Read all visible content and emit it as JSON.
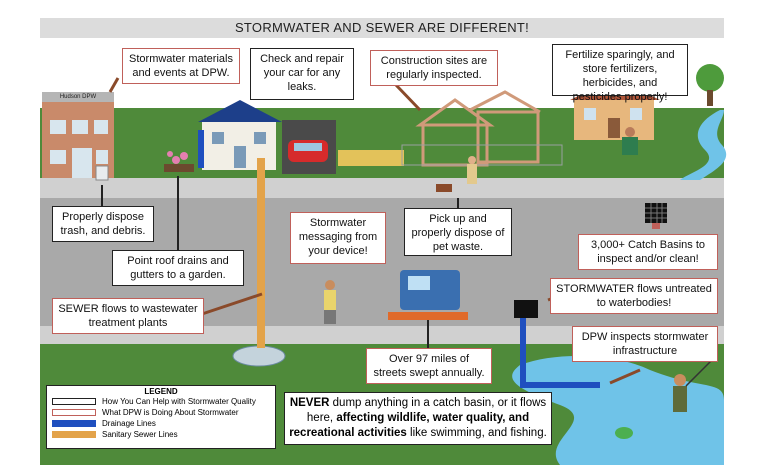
{
  "title": "STORMWATER AND SEWER ARE DIFFERENT!",
  "building_sign": "Hudson DPW",
  "callouts": {
    "dpw_materials": "Stormwater materials and events at DPW.",
    "car_repair": "Check and repair your car for any leaks.",
    "construction": "Construction sites are regularly inspected.",
    "fertilize": "Fertilize sparingly, and store fertilizers, herbicides, and pesticides properly!",
    "trash": "Properly dispose trash, and debris.",
    "roof_drains": "Point roof drains and gutters to a garden.",
    "messaging": "Stormwater messaging from your device!",
    "pet_waste": "Pick up and properly dispose of pet waste.",
    "catch_basins": "3,000+ Catch Basins to inspect and/or clean!",
    "sewer_flows": "SEWER flows to wastewater treatment plants",
    "stormwater_flows": "STORMWATER flows untreated to waterbodies!",
    "streets_swept": "Over 97 miles of streets swept annually.",
    "dpw_inspects": "DPW inspects stormwater infrastructure"
  },
  "never_message": {
    "lead": "NEVER",
    "part1": " dump anything in a catch basin, or it flows here, ",
    "bold1": "affecting wildlife, water quality, and recreational activities",
    "part2": " like swimming, and fishing."
  },
  "legend": {
    "title": "LEGEND",
    "items": [
      {
        "label": "How You Can Help with Stormwater Quality",
        "style": "outline",
        "color": "#222222"
      },
      {
        "label": "What DPW is Doing About Stormwater",
        "style": "outline",
        "color": "#c0605a"
      },
      {
        "label": "Drainage Lines",
        "style": "fill",
        "color": "#1f4fbf"
      },
      {
        "label": "Sanitary Sewer Lines",
        "style": "fill",
        "color": "#e3a34a"
      }
    ]
  },
  "colors": {
    "grass": "#4f8a3a",
    "road": "#a9a9a9",
    "sidewalk": "#d0d0d0",
    "water": "#6fc3e8",
    "drainage": "#1f4fbf",
    "sewer": "#e3a34a",
    "dpw_border": "#c0605a",
    "help_border": "#222222"
  }
}
